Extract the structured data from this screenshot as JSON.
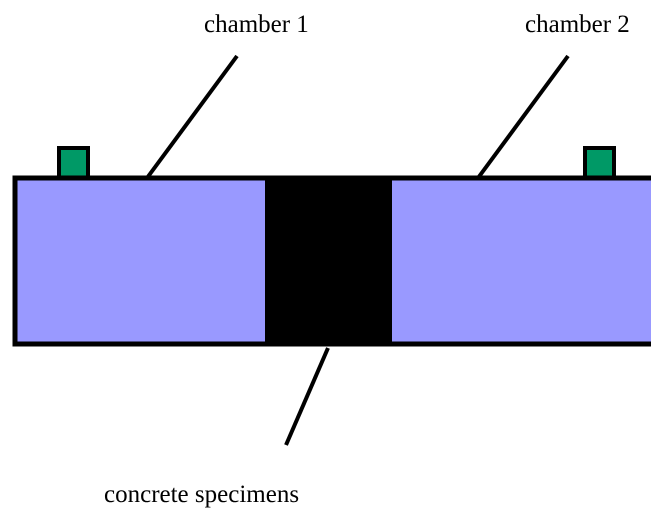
{
  "labels": {
    "chamber_1": "chamber 1",
    "chamber_2": "chamber 2",
    "specimens": "concrete specimens"
  },
  "colors": {
    "chamber_fill": "#9999ff",
    "specimen_fill": "#000000",
    "port_fill": "#009966",
    "outline": "#000000",
    "background": "#ffffff"
  }
}
